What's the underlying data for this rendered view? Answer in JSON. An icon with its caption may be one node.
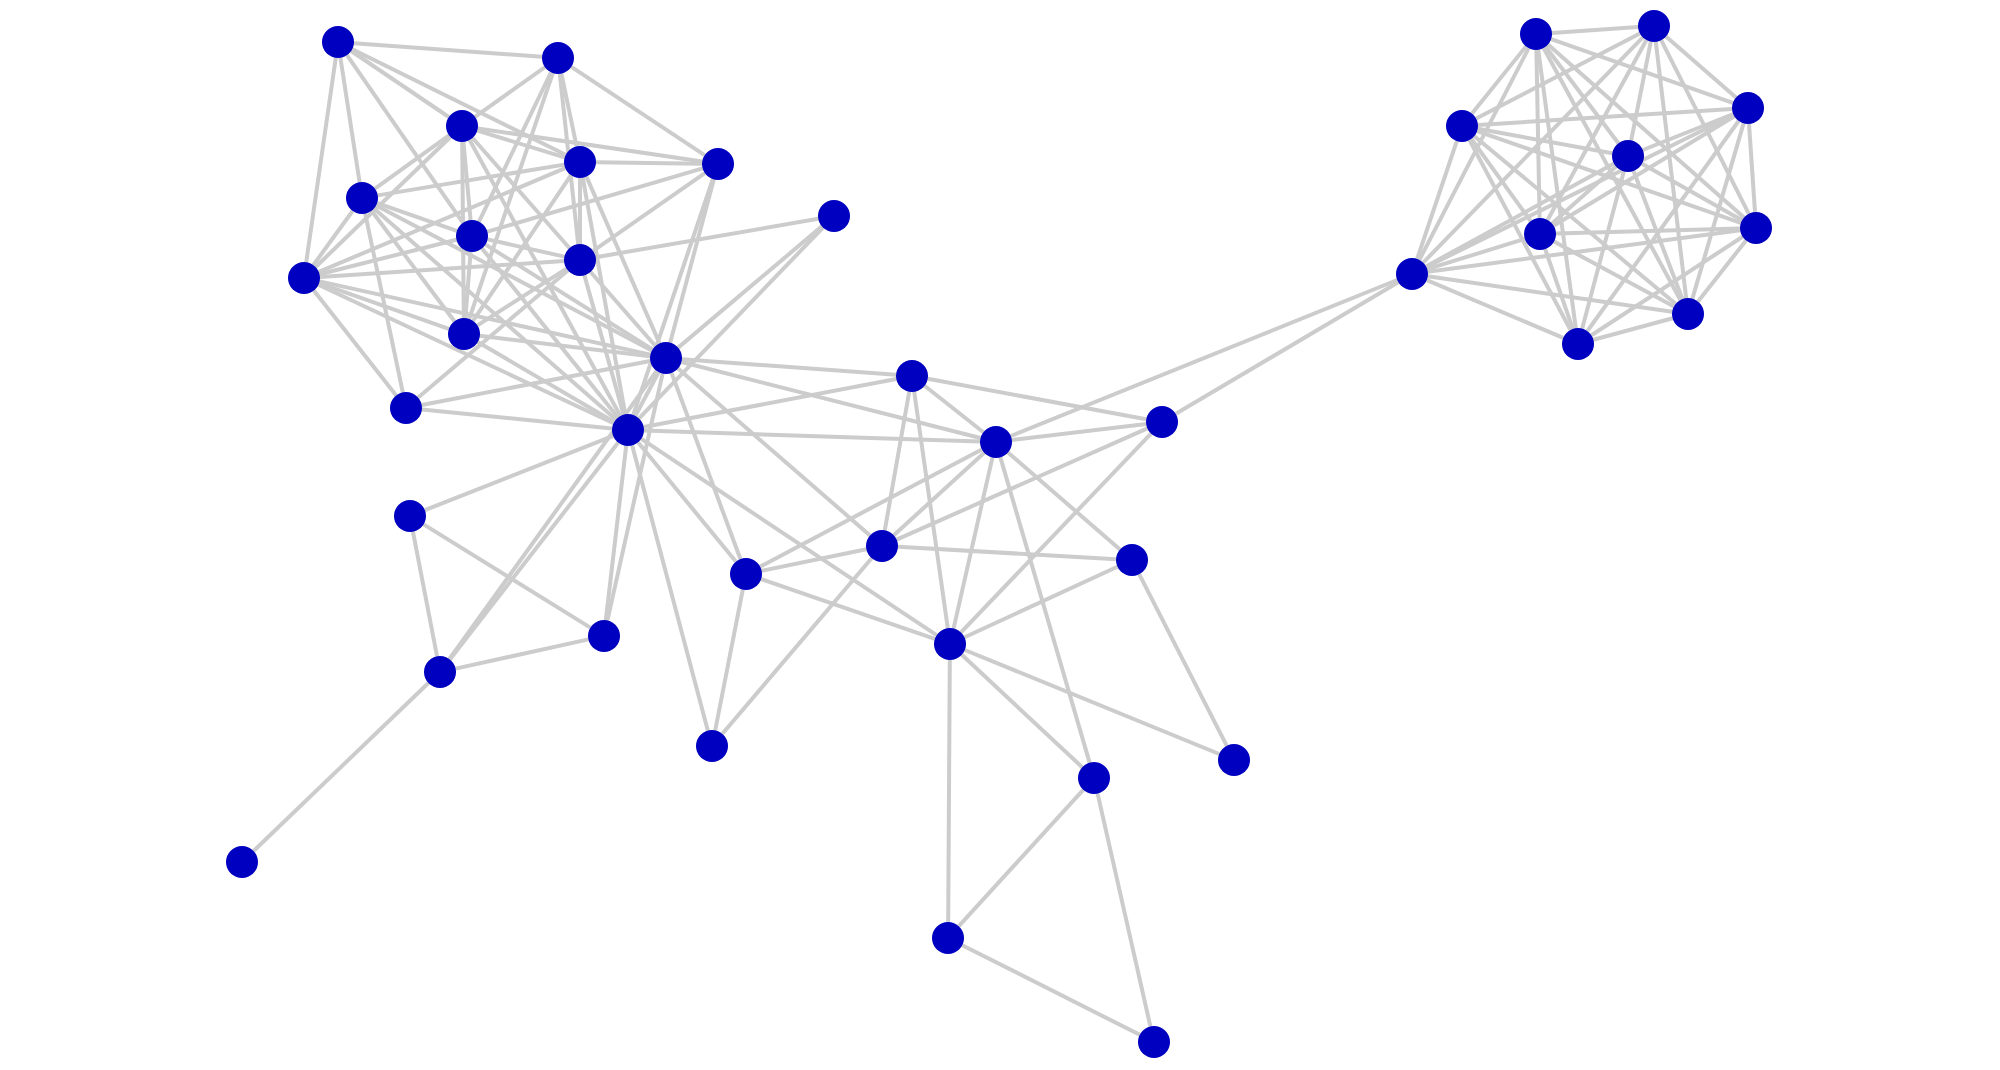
{
  "diagram": {
    "nodes": [
      {
        "text": [],
        "shape": "circle"
      },
      {
        "text": [],
        "shape": "circle"
      },
      {
        "text": [],
        "shape": "circle"
      },
      {
        "text": [],
        "shape": "circle"
      },
      {
        "text": [],
        "shape": "circle"
      },
      {
        "text": [],
        "shape": "circle"
      },
      {
        "text": [],
        "shape": "circle"
      },
      {
        "text": [],
        "shape": "circle"
      },
      {
        "text": [],
        "shape": "circle"
      },
      {
        "text": [],
        "shape": "circle"
      },
      {
        "text": [],
        "shape": "circle"
      },
      {
        "text": [],
        "shape": "circle"
      },
      {
        "text": [],
        "shape": "circle"
      },
      {
        "text": [],
        "shape": "circle"
      },
      {
        "text": [],
        "shape": "circle"
      },
      {
        "text": [],
        "shape": "circle"
      },
      {
        "text": [],
        "shape": "circle"
      },
      {
        "text": [],
        "shape": "circle"
      },
      {
        "text": [],
        "shape": "circle"
      },
      {
        "text": [],
        "shape": "circle"
      },
      {
        "text": [],
        "shape": "circle"
      },
      {
        "text": [],
        "shape": "circle"
      },
      {
        "text": [],
        "shape": "circle"
      },
      {
        "text": [],
        "shape": "circle"
      },
      {
        "text": [],
        "shape": "circle"
      },
      {
        "text": [],
        "shape": "circle"
      },
      {
        "text": [],
        "shape": "circle"
      },
      {
        "text": [],
        "shape": "circle"
      },
      {
        "text": [],
        "shape": "circle"
      },
      {
        "text": [],
        "shape": "circle"
      },
      {
        "text": [],
        "shape": "circle"
      },
      {
        "text": [],
        "shape": "circle"
      },
      {
        "text": [],
        "shape": "circle"
      },
      {
        "text": [],
        "shape": "circle"
      },
      {
        "text": [],
        "shape": "circle"
      },
      {
        "text": [],
        "shape": "circle"
      },
      {
        "text": [],
        "shape": "circle"
      },
      {
        "text": [],
        "shape": "circle"
      },
      {
        "text": [],
        "shape": "circle"
      },
      {
        "text": [],
        "shape": "circle"
      }
    ],
    "edges": [
      {
        "from": 0,
        "to": 1,
        "arrow": "none"
      },
      {
        "from": 0,
        "to": 2,
        "arrow": "none"
      },
      {
        "from": 0,
        "to": 3,
        "arrow": "none"
      },
      {
        "from": 0,
        "to": 5,
        "arrow": "none"
      },
      {
        "from": 0,
        "to": 6,
        "arrow": "none"
      },
      {
        "from": 0,
        "to": 8,
        "arrow": "none"
      },
      {
        "from": 1,
        "to": 2,
        "arrow": "none"
      },
      {
        "from": 1,
        "to": 3,
        "arrow": "none"
      },
      {
        "from": 1,
        "to": 4,
        "arrow": "none"
      },
      {
        "from": 1,
        "to": 6,
        "arrow": "none"
      },
      {
        "from": 1,
        "to": 7,
        "arrow": "none"
      },
      {
        "from": 1,
        "to": 10,
        "arrow": "none"
      },
      {
        "from": 2,
        "to": 3,
        "arrow": "none"
      },
      {
        "from": 2,
        "to": 4,
        "arrow": "none"
      },
      {
        "from": 2,
        "to": 5,
        "arrow": "none"
      },
      {
        "from": 2,
        "to": 6,
        "arrow": "none"
      },
      {
        "from": 2,
        "to": 7,
        "arrow": "none"
      },
      {
        "from": 2,
        "to": 8,
        "arrow": "none"
      },
      {
        "from": 2,
        "to": 10,
        "arrow": "none"
      },
      {
        "from": 2,
        "to": 13,
        "arrow": "none"
      },
      {
        "from": 3,
        "to": 4,
        "arrow": "none"
      },
      {
        "from": 3,
        "to": 5,
        "arrow": "none"
      },
      {
        "from": 3,
        "to": 7,
        "arrow": "none"
      },
      {
        "from": 3,
        "to": 8,
        "arrow": "none"
      },
      {
        "from": 3,
        "to": 10,
        "arrow": "none"
      },
      {
        "from": 3,
        "to": 11,
        "arrow": "none"
      },
      {
        "from": 3,
        "to": 13,
        "arrow": "none"
      },
      {
        "from": 4,
        "to": 6,
        "arrow": "none"
      },
      {
        "from": 4,
        "to": 7,
        "arrow": "none"
      },
      {
        "from": 4,
        "to": 11,
        "arrow": "none"
      },
      {
        "from": 4,
        "to": 13,
        "arrow": "none"
      },
      {
        "from": 5,
        "to": 6,
        "arrow": "none"
      },
      {
        "from": 5,
        "to": 8,
        "arrow": "none"
      },
      {
        "from": 5,
        "to": 10,
        "arrow": "none"
      },
      {
        "from": 5,
        "to": 11,
        "arrow": "none"
      },
      {
        "from": 5,
        "to": 12,
        "arrow": "none"
      },
      {
        "from": 5,
        "to": 13,
        "arrow": "none"
      },
      {
        "from": 6,
        "to": 7,
        "arrow": "none"
      },
      {
        "from": 6,
        "to": 8,
        "arrow": "none"
      },
      {
        "from": 6,
        "to": 10,
        "arrow": "none"
      },
      {
        "from": 6,
        "to": 11,
        "arrow": "none"
      },
      {
        "from": 6,
        "to": 13,
        "arrow": "none"
      },
      {
        "from": 7,
        "to": 8,
        "arrow": "none"
      },
      {
        "from": 7,
        "to": 9,
        "arrow": "none"
      },
      {
        "from": 7,
        "to": 10,
        "arrow": "none"
      },
      {
        "from": 7,
        "to": 11,
        "arrow": "none"
      },
      {
        "from": 7,
        "to": 12,
        "arrow": "none"
      },
      {
        "from": 7,
        "to": 13,
        "arrow": "none"
      },
      {
        "from": 8,
        "to": 10,
        "arrow": "none"
      },
      {
        "from": 8,
        "to": 11,
        "arrow": "none"
      },
      {
        "from": 8,
        "to": 12,
        "arrow": "none"
      },
      {
        "from": 8,
        "to": 13,
        "arrow": "none"
      },
      {
        "from": 9,
        "to": 11,
        "arrow": "none"
      },
      {
        "from": 9,
        "to": 13,
        "arrow": "none"
      },
      {
        "from": 10,
        "to": 11,
        "arrow": "none"
      },
      {
        "from": 10,
        "to": 13,
        "arrow": "none"
      },
      {
        "from": 11,
        "to": 12,
        "arrow": "none"
      },
      {
        "from": 11,
        "to": 13,
        "arrow": "none"
      },
      {
        "from": 12,
        "to": 13,
        "arrow": "none"
      },
      {
        "from": 13,
        "to": 14,
        "arrow": "none"
      },
      {
        "from": 14,
        "to": 15,
        "arrow": "none"
      },
      {
        "from": 14,
        "to": 16,
        "arrow": "none"
      },
      {
        "from": 11,
        "to": 15,
        "arrow": "none"
      },
      {
        "from": 13,
        "to": 15,
        "arrow": "none"
      },
      {
        "from": 15,
        "to": 16,
        "arrow": "none"
      },
      {
        "from": 15,
        "to": 17,
        "arrow": "none"
      },
      {
        "from": 11,
        "to": 16,
        "arrow": "none"
      },
      {
        "from": 13,
        "to": 16,
        "arrow": "none"
      },
      {
        "from": 13,
        "to": 18,
        "arrow": "none"
      },
      {
        "from": 18,
        "to": 19,
        "arrow": "none"
      },
      {
        "from": 18,
        "to": 23,
        "arrow": "none"
      },
      {
        "from": 11,
        "to": 19,
        "arrow": "none"
      },
      {
        "from": 13,
        "to": 19,
        "arrow": "none"
      },
      {
        "from": 19,
        "to": 21,
        "arrow": "none"
      },
      {
        "from": 19,
        "to": 23,
        "arrow": "none"
      },
      {
        "from": 19,
        "to": 25,
        "arrow": "none"
      },
      {
        "from": 11,
        "to": 20,
        "arrow": "none"
      },
      {
        "from": 11,
        "to": 21,
        "arrow": "none"
      },
      {
        "from": 11,
        "to": 23,
        "arrow": "none"
      },
      {
        "from": 13,
        "to": 20,
        "arrow": "none"
      },
      {
        "from": 13,
        "to": 21,
        "arrow": "none"
      },
      {
        "from": 13,
        "to": 25,
        "arrow": "none"
      },
      {
        "from": 20,
        "to": 21,
        "arrow": "none"
      },
      {
        "from": 20,
        "to": 22,
        "arrow": "none"
      },
      {
        "from": 20,
        "to": 23,
        "arrow": "none"
      },
      {
        "from": 20,
        "to": 25,
        "arrow": "none"
      },
      {
        "from": 21,
        "to": 22,
        "arrow": "none"
      },
      {
        "from": 21,
        "to": 23,
        "arrow": "none"
      },
      {
        "from": 21,
        "to": 24,
        "arrow": "none"
      },
      {
        "from": 21,
        "to": 25,
        "arrow": "none"
      },
      {
        "from": 21,
        "to": 26,
        "arrow": "none"
      },
      {
        "from": 21,
        "to": 37,
        "arrow": "none"
      },
      {
        "from": 22,
        "to": 23,
        "arrow": "none"
      },
      {
        "from": 22,
        "to": 25,
        "arrow": "none"
      },
      {
        "from": 22,
        "to": 37,
        "arrow": "none"
      },
      {
        "from": 23,
        "to": 24,
        "arrow": "none"
      },
      {
        "from": 24,
        "to": 25,
        "arrow": "none"
      },
      {
        "from": 24,
        "to": 27,
        "arrow": "none"
      },
      {
        "from": 25,
        "to": 26,
        "arrow": "none"
      },
      {
        "from": 25,
        "to": 27,
        "arrow": "none"
      },
      {
        "from": 25,
        "to": 28,
        "arrow": "none"
      },
      {
        "from": 26,
        "to": 28,
        "arrow": "none"
      },
      {
        "from": 26,
        "to": 29,
        "arrow": "none"
      },
      {
        "from": 28,
        "to": 29,
        "arrow": "none"
      },
      {
        "from": 30,
        "to": 31,
        "arrow": "none"
      },
      {
        "from": 30,
        "to": 32,
        "arrow": "none"
      },
      {
        "from": 30,
        "to": 33,
        "arrow": "none"
      },
      {
        "from": 30,
        "to": 34,
        "arrow": "none"
      },
      {
        "from": 30,
        "to": 35,
        "arrow": "none"
      },
      {
        "from": 30,
        "to": 36,
        "arrow": "none"
      },
      {
        "from": 30,
        "to": 37,
        "arrow": "none"
      },
      {
        "from": 30,
        "to": 38,
        "arrow": "none"
      },
      {
        "from": 30,
        "to": 39,
        "arrow": "none"
      },
      {
        "from": 31,
        "to": 32,
        "arrow": "none"
      },
      {
        "from": 31,
        "to": 33,
        "arrow": "none"
      },
      {
        "from": 31,
        "to": 34,
        "arrow": "none"
      },
      {
        "from": 31,
        "to": 35,
        "arrow": "none"
      },
      {
        "from": 31,
        "to": 36,
        "arrow": "none"
      },
      {
        "from": 31,
        "to": 37,
        "arrow": "none"
      },
      {
        "from": 31,
        "to": 38,
        "arrow": "none"
      },
      {
        "from": 32,
        "to": 33,
        "arrow": "none"
      },
      {
        "from": 32,
        "to": 34,
        "arrow": "none"
      },
      {
        "from": 32,
        "to": 35,
        "arrow": "none"
      },
      {
        "from": 32,
        "to": 36,
        "arrow": "none"
      },
      {
        "from": 32,
        "to": 37,
        "arrow": "none"
      },
      {
        "from": 32,
        "to": 38,
        "arrow": "none"
      },
      {
        "from": 32,
        "to": 39,
        "arrow": "none"
      },
      {
        "from": 33,
        "to": 34,
        "arrow": "none"
      },
      {
        "from": 33,
        "to": 35,
        "arrow": "none"
      },
      {
        "from": 33,
        "to": 36,
        "arrow": "none"
      },
      {
        "from": 33,
        "to": 37,
        "arrow": "none"
      },
      {
        "from": 33,
        "to": 38,
        "arrow": "none"
      },
      {
        "from": 33,
        "to": 39,
        "arrow": "none"
      },
      {
        "from": 34,
        "to": 35,
        "arrow": "none"
      },
      {
        "from": 34,
        "to": 36,
        "arrow": "none"
      },
      {
        "from": 34,
        "to": 37,
        "arrow": "none"
      },
      {
        "from": 34,
        "to": 38,
        "arrow": "none"
      },
      {
        "from": 34,
        "to": 39,
        "arrow": "none"
      },
      {
        "from": 35,
        "to": 36,
        "arrow": "none"
      },
      {
        "from": 35,
        "to": 37,
        "arrow": "none"
      },
      {
        "from": 35,
        "to": 38,
        "arrow": "none"
      },
      {
        "from": 35,
        "to": 39,
        "arrow": "none"
      },
      {
        "from": 36,
        "to": 37,
        "arrow": "none"
      },
      {
        "from": 36,
        "to": 38,
        "arrow": "none"
      },
      {
        "from": 36,
        "to": 39,
        "arrow": "none"
      },
      {
        "from": 37,
        "to": 38,
        "arrow": "none"
      },
      {
        "from": 37,
        "to": 39,
        "arrow": "none"
      },
      {
        "from": 38,
        "to": 39,
        "arrow": "none"
      }
    ]
  }
}
